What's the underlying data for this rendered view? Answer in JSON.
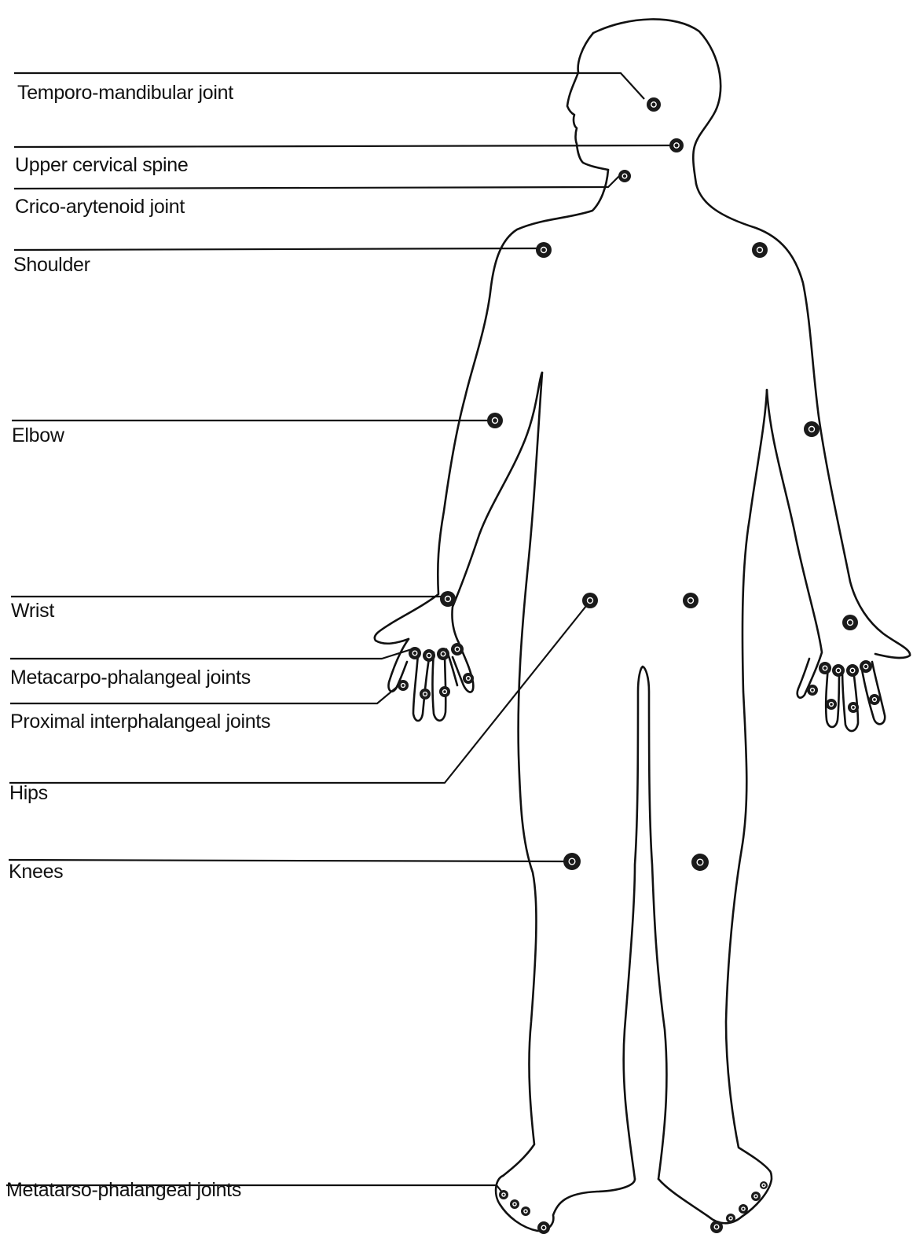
{
  "diagram": {
    "line_color": "#111111",
    "joint_fill": "#1a1a1a",
    "labels": [
      {
        "key": "tmj",
        "text": "Temporo-mandibular joint"
      },
      {
        "key": "cervical",
        "text": "Upper cervical spine"
      },
      {
        "key": "crico",
        "text": "Crico-arytenoid joint"
      },
      {
        "key": "shoulder",
        "text": "Shoulder"
      },
      {
        "key": "elbow",
        "text": "Elbow"
      },
      {
        "key": "wrist",
        "text": "Wrist"
      },
      {
        "key": "mcp",
        "text": "Metacarpo-phalangeal joints"
      },
      {
        "key": "pip",
        "text": "Proximal interphalangeal joints"
      },
      {
        "key": "hips",
        "text": "Hips"
      },
      {
        "key": "knees",
        "text": "Knees"
      },
      {
        "key": "mtp",
        "text": "Metatarso-phalangeal joints"
      }
    ]
  }
}
